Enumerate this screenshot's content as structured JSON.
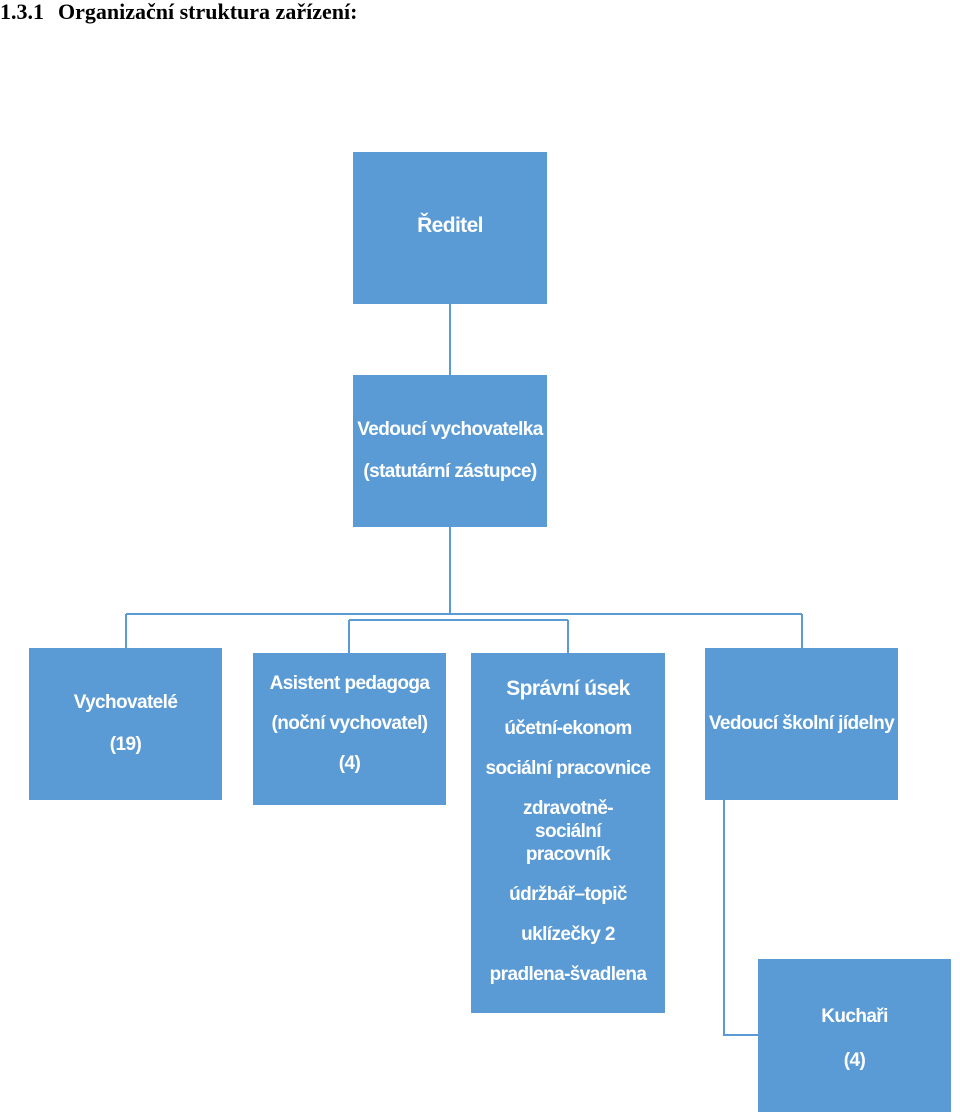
{
  "heading": {
    "number": "1.3.1",
    "title": "Organizační struktura zařízení:"
  },
  "colors": {
    "box_fill": "#5b9bd5",
    "box_text": "#ffffff",
    "connector": "#5b9bd5"
  },
  "orgchart": {
    "director": {
      "title": "Ředitel"
    },
    "head_educator": {
      "title": "Vedoucí vychovatelka",
      "subtitle": "(statutární zástupce)"
    },
    "educators": {
      "title": "Vychovatelé",
      "count": "(19)"
    },
    "assistant": {
      "title": "Asistent pedagoga",
      "subtitle": "(noční vychovatel)",
      "count": "(4)"
    },
    "admin": {
      "title": "Správní úsek",
      "members": [
        "účetní-ekonom",
        "sociální pracovnice",
        "zdravotně-sociální pracovník",
        "údržbář–topič",
        "uklízečky 2",
        "pradlena-švadlena"
      ]
    },
    "canteen_head": {
      "title": "Vedoucí školní jídelny"
    },
    "cooks": {
      "title": "Kuchaři",
      "count": "(4)"
    }
  }
}
